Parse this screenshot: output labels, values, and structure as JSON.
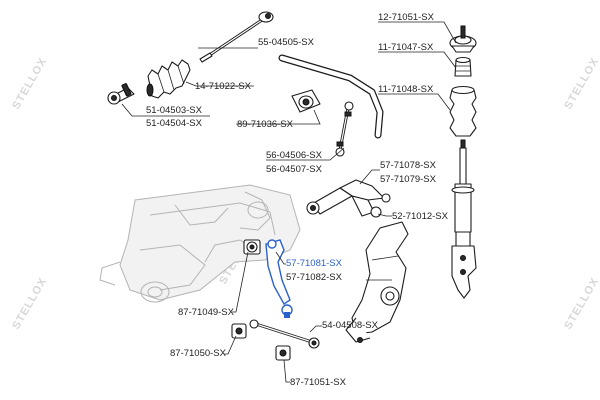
{
  "watermark": {
    "text": "STELLOX"
  },
  "labels": {
    "l55_04505": "55-04505-SX",
    "l14_71022": "14-71022-SX",
    "l51_04503": "51-04503-SX",
    "l51_04504": "51-04504-SX",
    "l89_71036": "89-71036-SX",
    "l12_71051": "12-71051-SX",
    "l11_71047": "11-71047-SX",
    "l11_71048": "11-71048-SX",
    "l56_04506": "56-04506-SX",
    "l56_04507": "56-04507-SX",
    "l57_71078": "57-71078-SX",
    "l57_71079": "57-71079-SX",
    "l52_71012": "52-71012-SX",
    "l57_71081": "57-71081-SX",
    "l57_71082": "57-71082-SX",
    "l87_71049": "87-71049-SX",
    "l54_04508": "54-04508-SX",
    "l87_71050": "87-71050-SX",
    "l87_71051": "87-71051-SX"
  },
  "colors": {
    "highlight": "#2a62c9",
    "ink": "#1c1c1c",
    "watermark": "#d8d8d8"
  }
}
